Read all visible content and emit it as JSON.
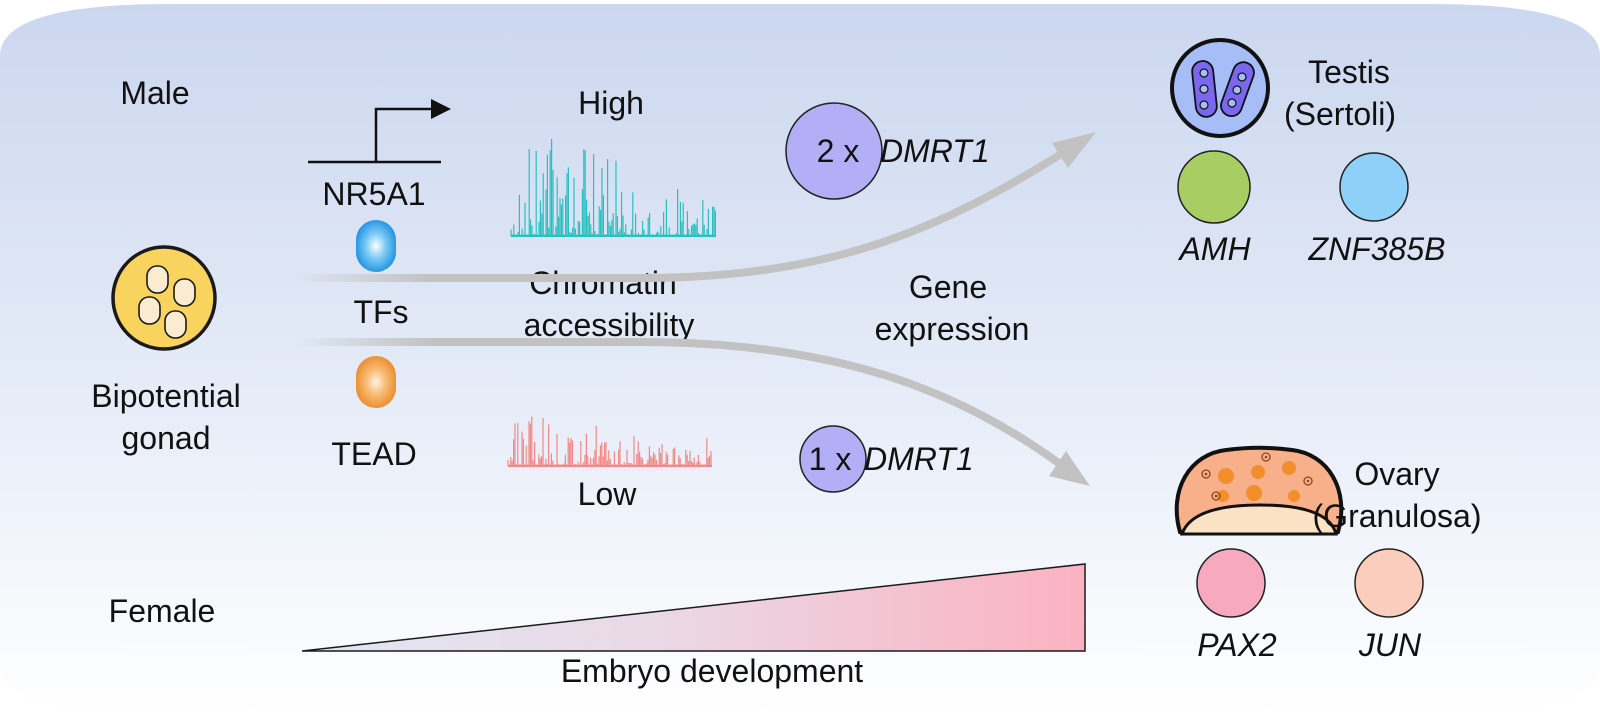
{
  "labels": {
    "male": "Male",
    "female": "Female",
    "bipotential_line1": "Bipotential",
    "bipotential_line2": "gonad",
    "promoter_gene": "NR5A1",
    "tfs": "TFs",
    "tead": "TEAD",
    "high": "High",
    "low": "Low",
    "chromatin_line1": "Chromatin",
    "chromatin_line2": "accessibility",
    "gene_line1": "Gene",
    "gene_line2": "expression",
    "male_dosage_prefix": "2 x",
    "male_dosage_gene": "DMRT1",
    "female_dosage_prefix": "1 x",
    "female_dosage_gene": "DMRT1",
    "testis_line1": "Testis",
    "testis_line2": "(Sertoli)",
    "ovary_line1": "Ovary",
    "ovary_line2": "(Granulosa)",
    "amh": "AMH",
    "znf": "ZNF385B",
    "pax2": "PAX2",
    "jun": "JUN",
    "embryo": "Embryo development"
  },
  "colors": {
    "background_top": "#cfdaf0",
    "background_bottom": "#ffffff",
    "arrow": "#c2c2c2",
    "high_peaks": "#2bbfc0",
    "low_peaks": "#f08a86",
    "dmrt1_circle": "#b3aff7",
    "amh": "#a8cd63",
    "znf385b": "#8fd0f8",
    "pax2": "#f8a9c0",
    "jun": "#fbcdbd",
    "testis_cell": "#a6bdf7",
    "ovary_cell": "#f8b08b",
    "bipotential_cell": "#f8d35d",
    "nr5a1_tf": "#2a9ee8",
    "tead_tf": "#ef9a3c",
    "gradient_start": "#dfe4f3",
    "gradient_end": "#fbb6c4"
  },
  "icons": [
    "bipotential-gonad-cell-icon",
    "promoter-arrow-icon",
    "nr5a1-tf-icon",
    "tead-tf-icon",
    "testis-cell-icon",
    "ovary-cell-icon"
  ]
}
